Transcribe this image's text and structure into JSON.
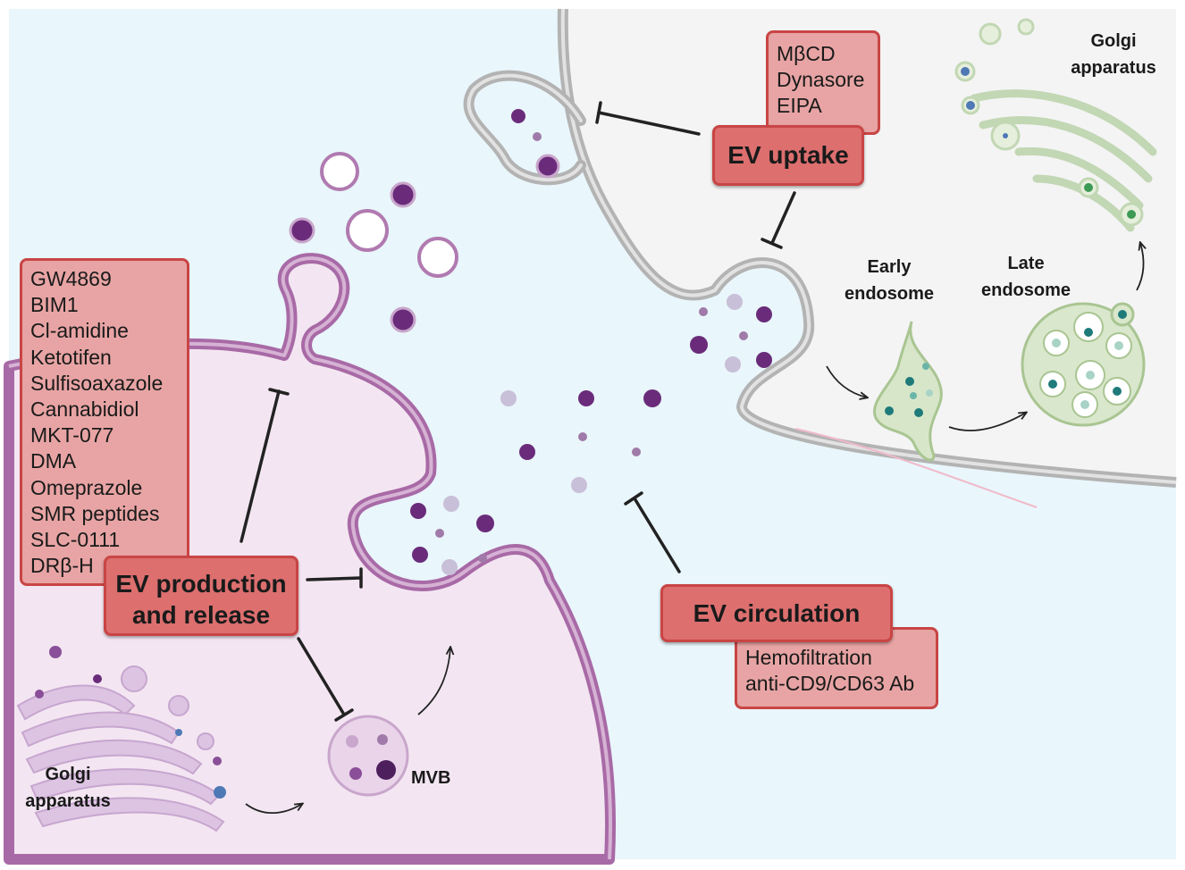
{
  "colors": {
    "inhibitor_box": "#e8a4a4",
    "process_box": "#dd6f6f",
    "box_border": "#c94545",
    "producing_cell": "#f3e6f2",
    "producing_membrane": "#a86aa6",
    "recipient_cell": "#f4f4f4",
    "recipient_membrane": "#b3b3b3",
    "extracellular": "#e9f6fb",
    "ev_cargo": "#6a2c7a",
    "endosome": "#dbe8cf"
  },
  "production": {
    "title": [
      "EV production",
      "and release"
    ],
    "inhibitors": [
      "GW4869",
      "BIM1",
      "Cl-amidine",
      "Ketotifen",
      "Sulfisoaxazole",
      "Cannabidiol",
      "MKT-077",
      "DMA",
      "Omeprazole",
      "SMR peptides",
      "SLC-0111",
      "DRβ-H"
    ]
  },
  "uptake": {
    "title": "EV uptake",
    "inhibitors": [
      "MβCD",
      "Dynasore",
      "EIPA"
    ]
  },
  "circulation": {
    "title": "EV circulation",
    "inhibitors": [
      "Hemofiltration",
      "anti-CD9/CD63 Ab"
    ]
  },
  "labels": {
    "golgi_left": [
      "Golgi",
      "apparatus"
    ],
    "golgi_right": [
      "Golgi",
      "apparatus"
    ],
    "mvb": "MVB",
    "early_endosome": [
      "Early",
      "endosome"
    ],
    "late_endosome": [
      "Late",
      "endosome"
    ]
  }
}
